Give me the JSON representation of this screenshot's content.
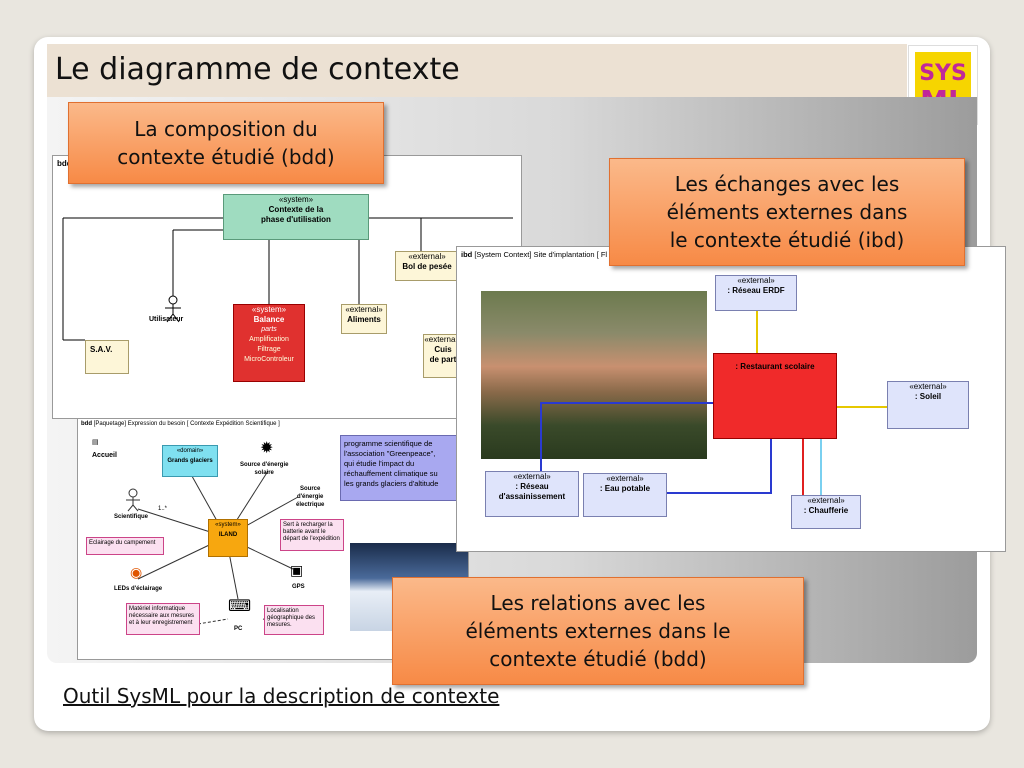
{
  "title": "Le diagramme de contexte",
  "footer": "Outil SysML pour la description de contexte",
  "logo_text": "SysML",
  "callouts": {
    "bdd_composition": "La composition du\ncontexte étudié (bdd)",
    "ibd_echanges": "Les échanges avec les\néléments externes dans\nle contexte étudié (ibd)",
    "bdd_relations": "Les relations avec les\néléments externes dans le\ncontexte étudié (bdd)"
  },
  "bdd1": {
    "header": "bdd",
    "system_stereo": "«system»",
    "system_name": "Contexte de la\nphase d'utilisation",
    "utilisateur": "Utilisateur",
    "sav": "S.A.V.",
    "balance_stereo": "«system»",
    "balance_name": "Balance",
    "balance_parts_label": "parts",
    "balance_parts": [
      "Amplification",
      "Filtrage",
      "MicroControleur"
    ],
    "ext_stereo": "«external»",
    "bol": "Bol de pesée",
    "aliments": "Aliments",
    "cuisson": "Cuis\nde part"
  },
  "ibd": {
    "header": "ibd",
    "header_rest": "[System Context] Site d'implantation [ Fl",
    "ext_stereo": "«external»",
    "reseau_erdf": ": Réseau ERDF",
    "restaurant": ": Restaurant scolaire",
    "soleil": ": Soleil",
    "reseau_assain": ": Réseau\nd'assainissement",
    "eau": ": Eau potable",
    "chaufferie": ": Chaufferie"
  },
  "bdd2": {
    "header": "bdd",
    "header_rest": "[Paquetage] Expression du besoin [ Contexte Expédition Scientifique ]",
    "accueil": "Accueil",
    "domain_stereo": "«domain»",
    "grands_glaciers": "Grands glaciers",
    "source_solaire": "Source d'énergie\nsolaire",
    "source_elec": "Source\nd'énergie\nélectrique",
    "scientifique": "Scientifique",
    "system_stereo": "«system»",
    "iland": "ILAND",
    "eclairage_note": "Eclairage du campement",
    "recharge_note": "Sert à recharger la\nbatterie avant le\ndépart de l'expédition",
    "leds": "LEDs d'éclairage",
    "gps": "GPS",
    "pc": "PC",
    "materiel_note": "Matériel informatique\nnécessaire aux mesures\net à leur enregistrement",
    "localisation_note": "Localisation\ngéographique des\nmesures.",
    "multiplicity": "1..*",
    "programme": "programme scientifique de\nl'association \"Greenpeace\",\nqui étudie l'impact du\nréchauffement climatique su\nles grands glaciers d'altitude"
  },
  "colors": {
    "callout": "#f78a46",
    "system_green": "#9fdcc0",
    "system_red": "#e0312f",
    "restaurant_red": "#f02a2a",
    "iland_orange": "#f7a70f",
    "glaciers_cyan": "#7fe0f0",
    "programme_blue": "#a8a8f0"
  }
}
